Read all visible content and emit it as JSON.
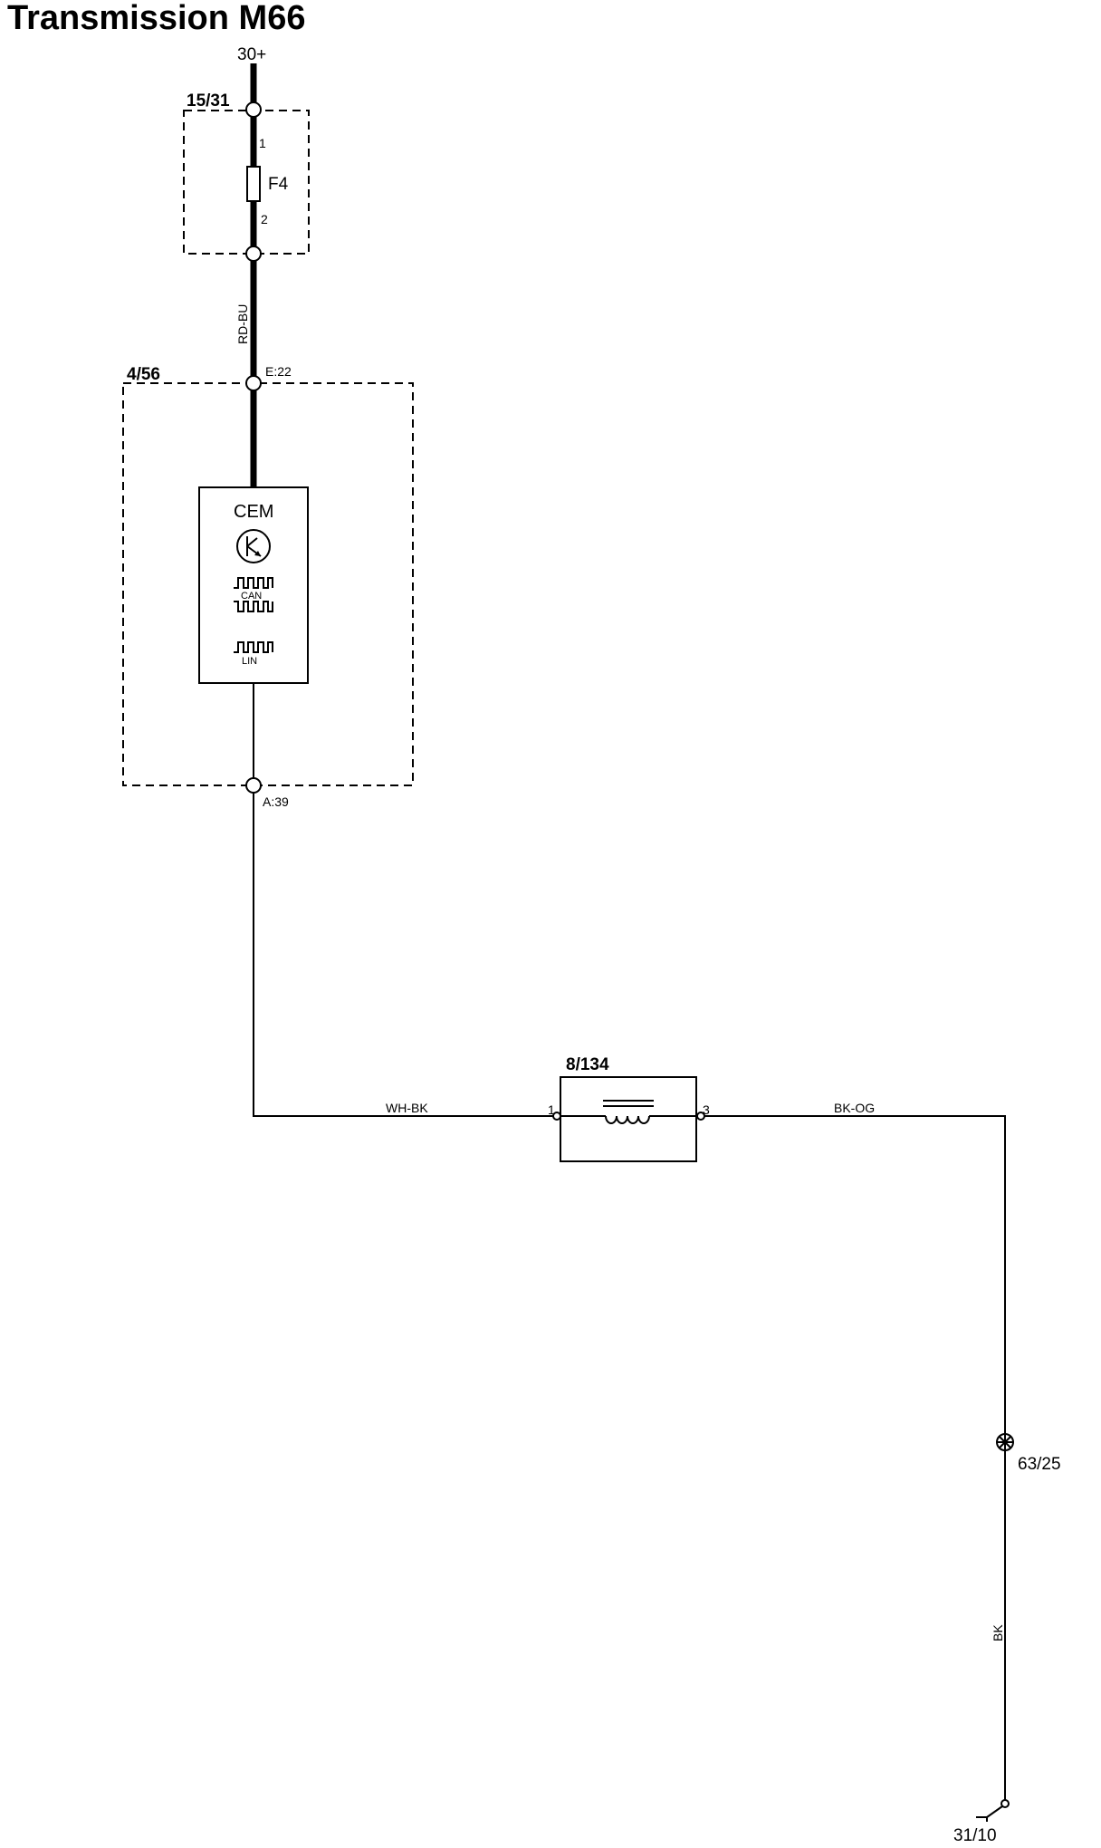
{
  "title": "Transmission M66",
  "supply": {
    "label": "30+"
  },
  "fuse_box": {
    "label": "15/31",
    "fuse_name": "F4",
    "pin_top": "1",
    "pin_bottom": "2"
  },
  "wires": {
    "supply_to_cem": "RD-BU",
    "cem_to_component": "WH-BK",
    "component_to_splice": "BK-OG",
    "splice_to_ground": "BK"
  },
  "cem_box": {
    "label": "4/56",
    "input_connector": "E:22",
    "output_connector": "A:39",
    "module_name": "CEM",
    "bus_can": "CAN",
    "bus_lin": "LIN"
  },
  "component": {
    "label": "8/134",
    "pin_left": "1",
    "pin_right": "3"
  },
  "splice": {
    "label": "63/25"
  },
  "ground": {
    "label": "31/10"
  },
  "colors": {
    "line": "#000000",
    "background": "#ffffff"
  }
}
